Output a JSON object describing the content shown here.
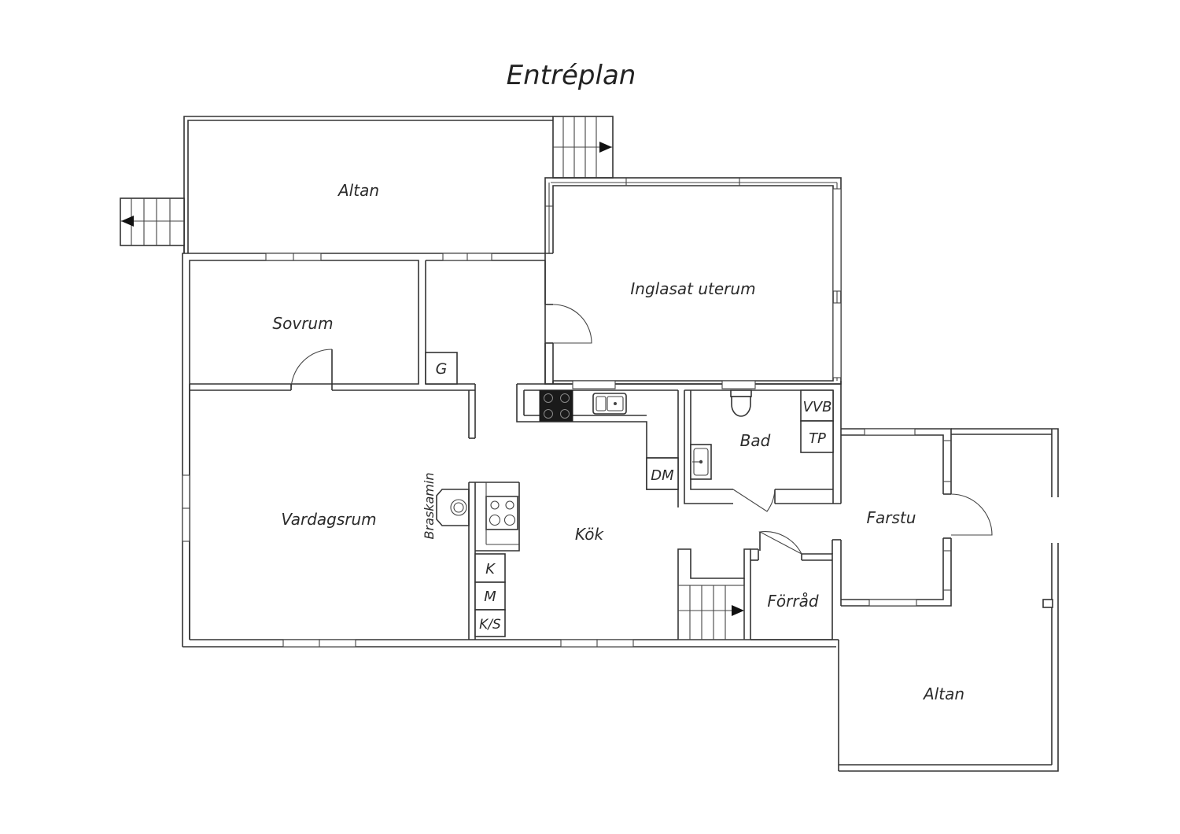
{
  "title": "Entréplan",
  "rooms": {
    "altan_top": "Altan",
    "sovrum": "Sovrum",
    "inglasat_uterum": "Inglasat uterum",
    "vardagsrum": "Vardagsrum",
    "kok": "Kök",
    "bad": "Bad",
    "farstu": "Farstu",
    "forrad": "Förråd",
    "altan_bottom": "Altan"
  },
  "fixtures": {
    "g": "G",
    "vvb": "VVB",
    "tp": "TP",
    "dm": "DM",
    "braskamin": "Braskamin",
    "k": "K",
    "m": "M",
    "ks": "K/S"
  },
  "colors": {
    "wall": "#333333",
    "background": "#ffffff",
    "hob": "#1a1a1a"
  }
}
